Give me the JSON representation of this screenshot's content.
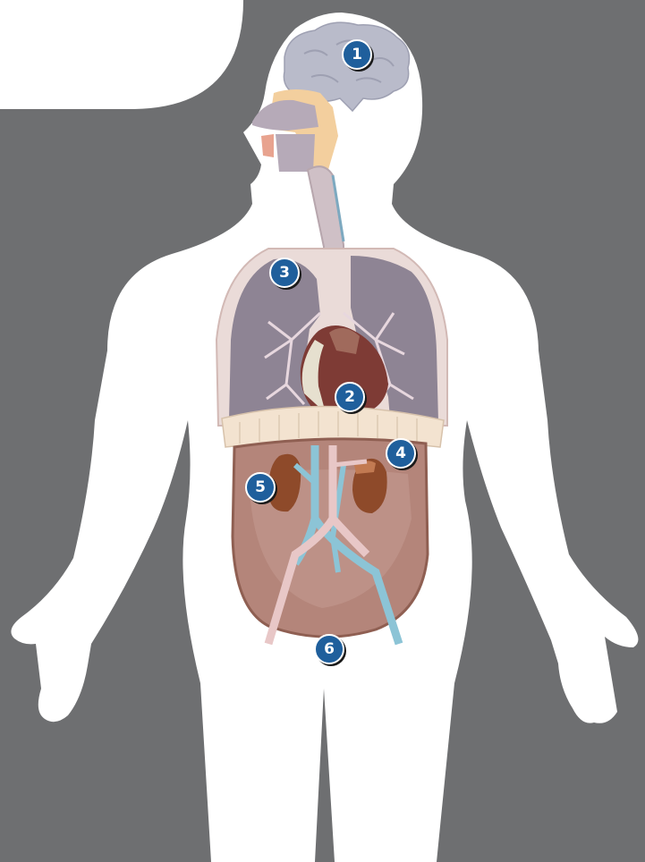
{
  "colors": {
    "background": "#6e6f71",
    "body_silhouette": "#ffffff",
    "marker_fill": "#1f5f9c",
    "brain": "#b9bbca",
    "lung": "#8e8494",
    "airway_bone": "#f3cf9e",
    "heart": "#7e3b35",
    "abdomen": "#b4857a",
    "diaphragm": "#f3e3d0",
    "kidney": "#8e4a2a",
    "vein": "#8cc4d6",
    "artery": "#e8c7c7"
  },
  "markers": [
    {
      "label": "1",
      "organ_icon": "brain-icon"
    },
    {
      "label": "2",
      "organ_icon": "heart-icon"
    },
    {
      "label": "3",
      "organ_icon": "lungs-icon"
    },
    {
      "label": "4",
      "organ_icon": "aorta-vessel-icon"
    },
    {
      "label": "5",
      "organ_icon": "kidney-icon"
    },
    {
      "label": "6",
      "organ_icon": "pelvis-icon"
    }
  ]
}
